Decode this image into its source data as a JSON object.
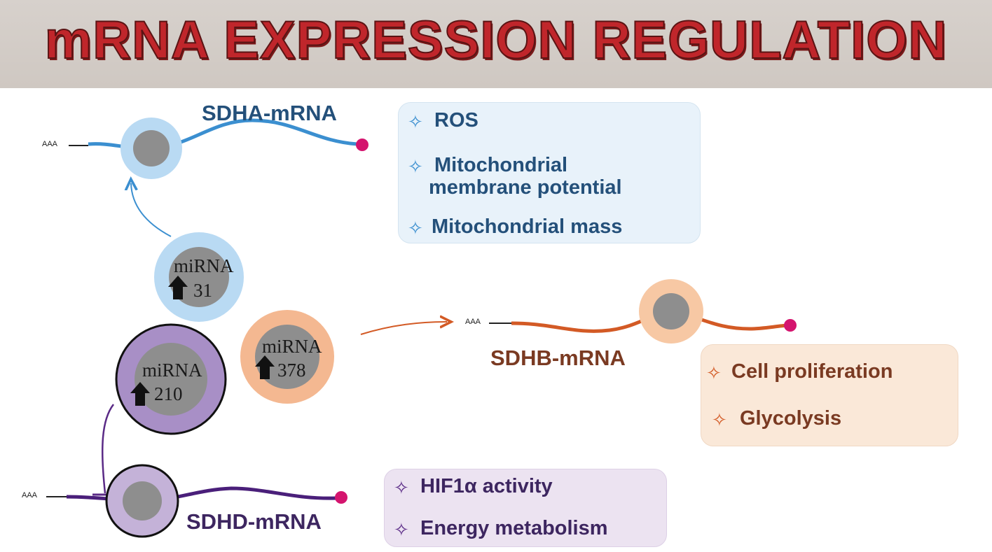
{
  "title": "mRNA EXPRESSION REGULATION",
  "colors": {
    "blue": "#3b8fd0",
    "blue_box": "#e8f2fa",
    "blue_text": "#24507a",
    "orange": "#d35a25",
    "orange_box": "#fae8d8",
    "orange_text": "#7a3a22",
    "purple": "#5a2a86",
    "purple_box": "#ece3f1",
    "purple_text": "#3d2660",
    "cap": "#d4146e",
    "core": "#8e8e8e"
  },
  "mrnas": {
    "sdha": {
      "label": "SDHA-mRNA",
      "tail": "AAA"
    },
    "sdhb": {
      "label": "SDHB-mRNA",
      "tail": "AAA"
    },
    "sdhd": {
      "label": "SDHD-mRNA",
      "tail": "AAA"
    }
  },
  "mirnas": {
    "m31": {
      "name": "miRNA",
      "number": "31"
    },
    "m378": {
      "name": "miRNA",
      "number": "378"
    },
    "m210": {
      "name": "miRNA",
      "number": "210"
    }
  },
  "effects": {
    "sdha": [
      "ROS",
      "Mitochondrial",
      "membrane potential",
      "Mitochondrial mass"
    ],
    "sdhb": [
      "Cell proliferation",
      "Glycolysis"
    ],
    "sdhd": [
      "HIF1α activity",
      "Energy metabolism"
    ]
  },
  "icons": {
    "bullet": "sparkle-icon",
    "up": "up-arrow-icon"
  }
}
